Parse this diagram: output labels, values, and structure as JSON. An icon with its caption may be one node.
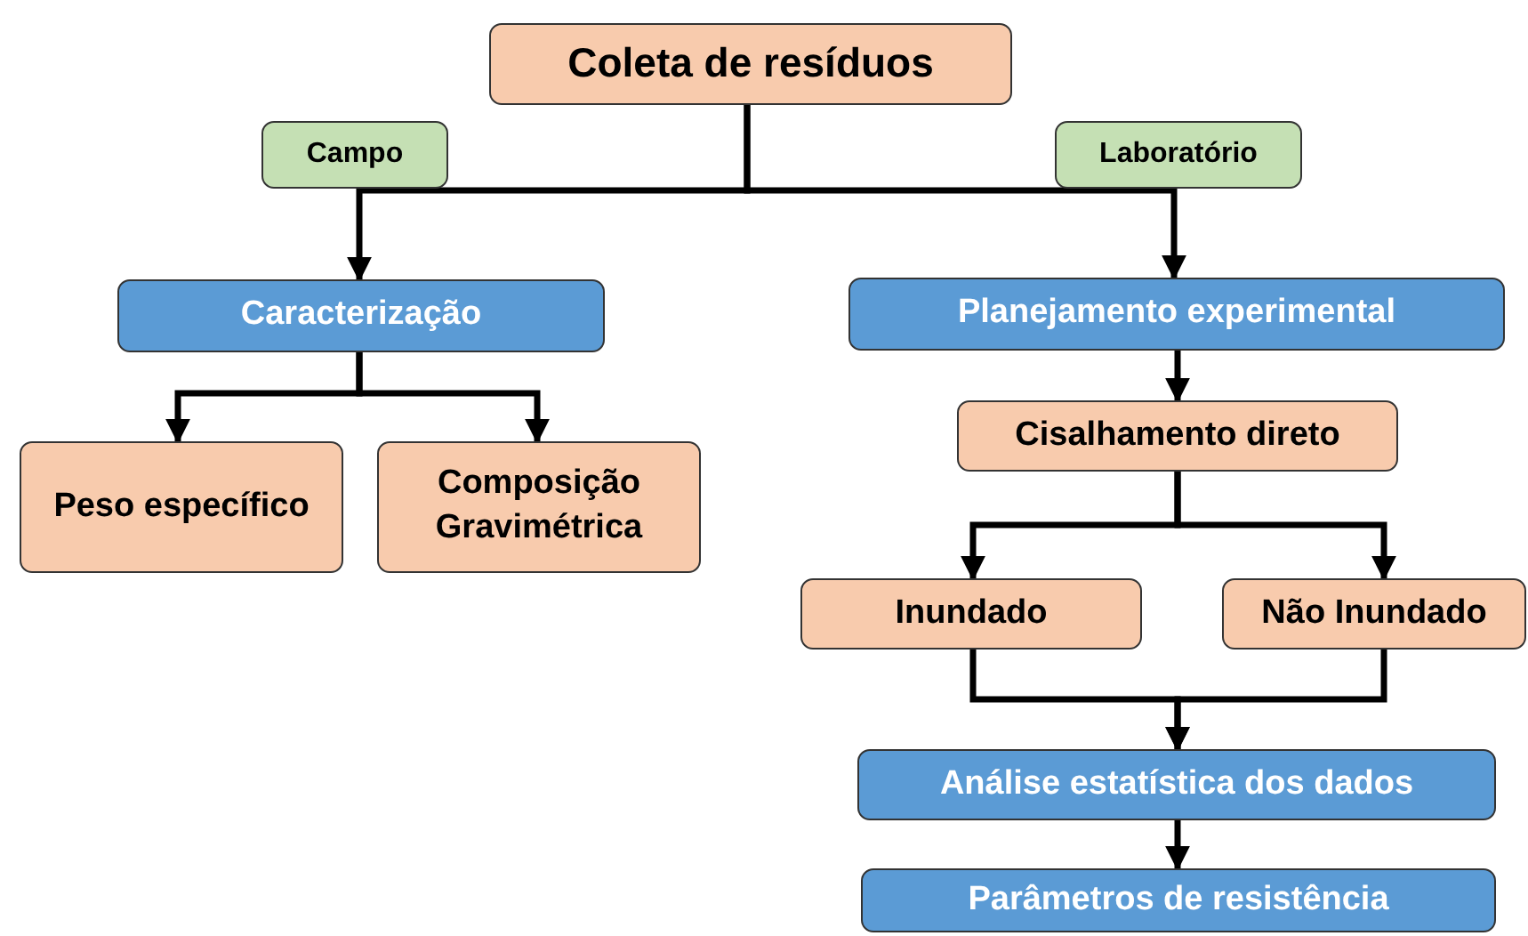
{
  "diagram": {
    "nodes": [
      {
        "text": [
          "Coleta de resíduos"
        ]
      },
      {
        "text": [
          "Campo"
        ]
      },
      {
        "text": [
          "Laboratório"
        ]
      },
      {
        "text": [
          "Caracterização"
        ]
      },
      {
        "text": [
          "Planejamento experimental"
        ]
      },
      {
        "text": [
          "Peso específico"
        ]
      },
      {
        "text": [
          "Composição Gravimétrica"
        ]
      },
      {
        "text": [
          "Cisalhamento direto"
        ]
      },
      {
        "text": [
          "Inundado"
        ]
      },
      {
        "text": [
          "Não Inundado"
        ]
      },
      {
        "text": [
          "Análise estatística dos dados"
        ]
      },
      {
        "text": [
          "Parâmetros de resistência"
        ]
      }
    ],
    "edges": [
      {
        "from": 0,
        "to": 3,
        "arrow": "to"
      },
      {
        "from": 0,
        "to": 4,
        "arrow": "to"
      },
      {
        "from": 3,
        "to": 5,
        "arrow": "to"
      },
      {
        "from": 3,
        "to": 6,
        "arrow": "to"
      },
      {
        "from": 4,
        "to": 7,
        "arrow": "to"
      },
      {
        "from": 7,
        "to": 8,
        "arrow": "to"
      },
      {
        "from": 7,
        "to": 9,
        "arrow": "to"
      },
      {
        "from": 8,
        "to": 10,
        "arrow": "to"
      },
      {
        "from": 9,
        "to": 10,
        "arrow": "to"
      },
      {
        "from": 10,
        "to": 11,
        "arrow": "to"
      }
    ]
  }
}
